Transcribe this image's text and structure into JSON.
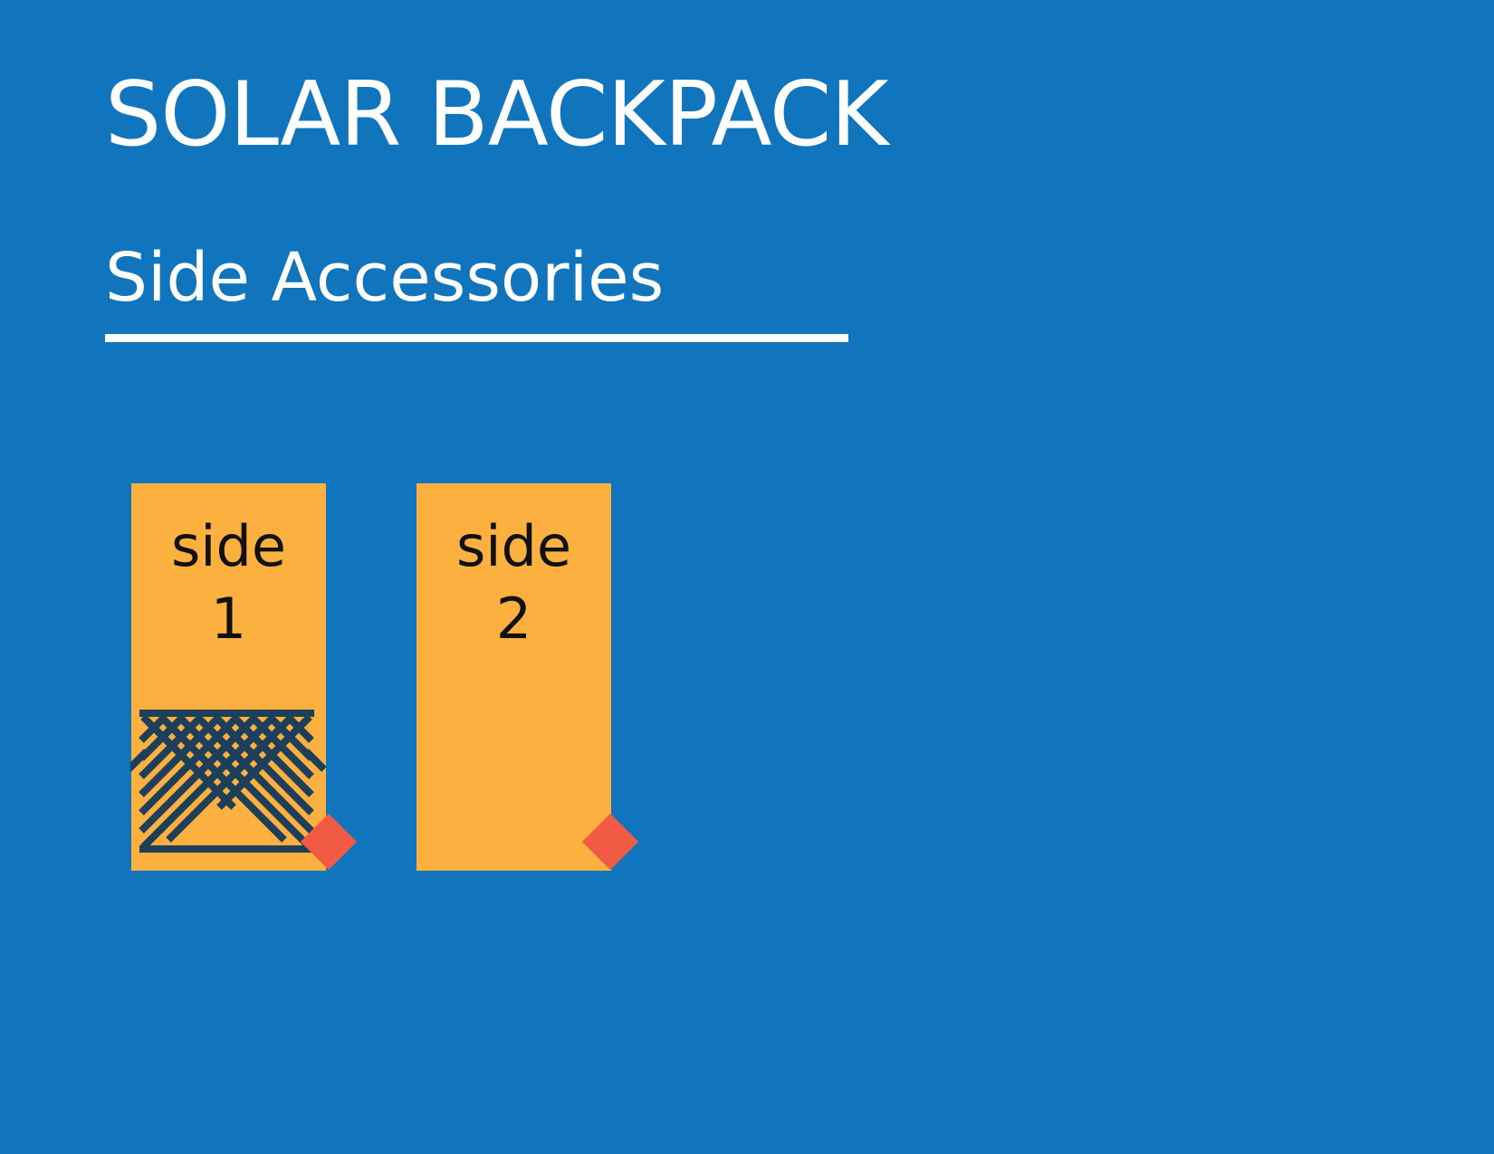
{
  "page": {
    "title": "SOLAR BACKPACK",
    "subtitle": "Side Accessories"
  },
  "panels": [
    {
      "word": "side",
      "number": "1",
      "has_net": true
    },
    {
      "word": "side",
      "number": "2",
      "has_net": false
    }
  ],
  "colors": {
    "background": "#1075BD",
    "text_light": "#FFFFFF",
    "panel_fill": "#FBB040",
    "panel_text": "#111111",
    "marker": "#F15A45",
    "net": "#1E3F5A"
  },
  "icons": {
    "marker": "diamond-marker-icon",
    "net": "mesh-net-icon"
  }
}
